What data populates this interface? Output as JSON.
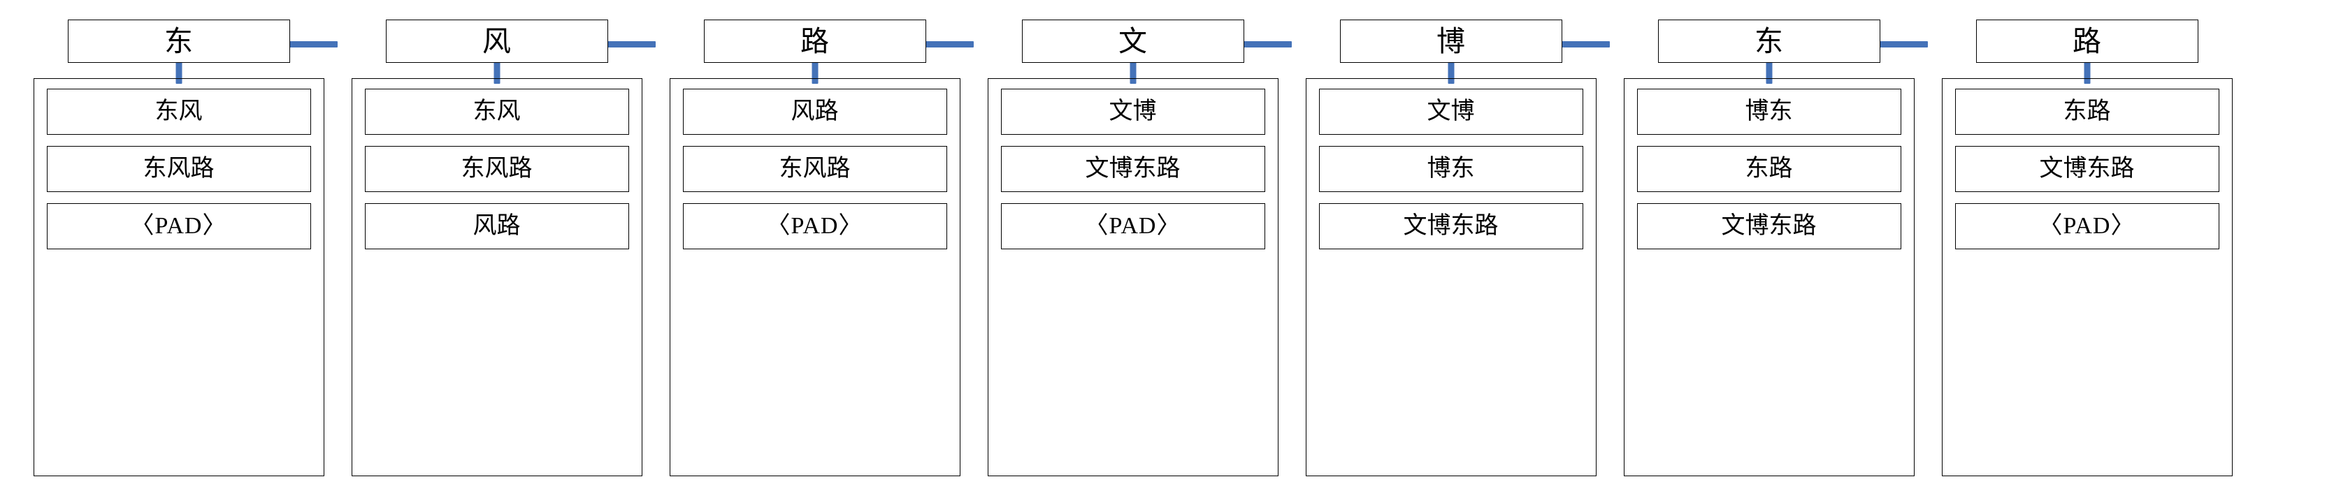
{
  "diagram": {
    "title": "lattice-candidate-decoding-diagram",
    "accent_color": "#4472b8",
    "border_color": "#000000",
    "background_color": "#ffffff",
    "pad_token": "〈PAD〉",
    "columns": [
      {
        "index": 1,
        "char": "东",
        "candidates": [
          "东风",
          "东风路",
          "〈PAD〉"
        ],
        "has_right_link": true
      },
      {
        "index": 2,
        "char": "风",
        "candidates": [
          "东风",
          "东风路",
          "风路"
        ],
        "has_right_link": true
      },
      {
        "index": 3,
        "char": "路",
        "candidates": [
          "风路",
          "东风路",
          "〈PAD〉"
        ],
        "has_right_link": true
      },
      {
        "index": 4,
        "char": "文",
        "candidates": [
          "文博",
          "文博东路",
          "〈PAD〉"
        ],
        "has_right_link": true
      },
      {
        "index": 5,
        "char": "博",
        "candidates": [
          "文博",
          "博东",
          "文博东路"
        ],
        "has_right_link": true
      },
      {
        "index": 6,
        "char": "东",
        "candidates": [
          "博东",
          "东路",
          "文博东路"
        ],
        "has_right_link": true
      },
      {
        "index": 7,
        "char": "路",
        "candidates": [
          "东路",
          "文博东路",
          "〈PAD〉"
        ],
        "has_right_link": false
      }
    ]
  }
}
